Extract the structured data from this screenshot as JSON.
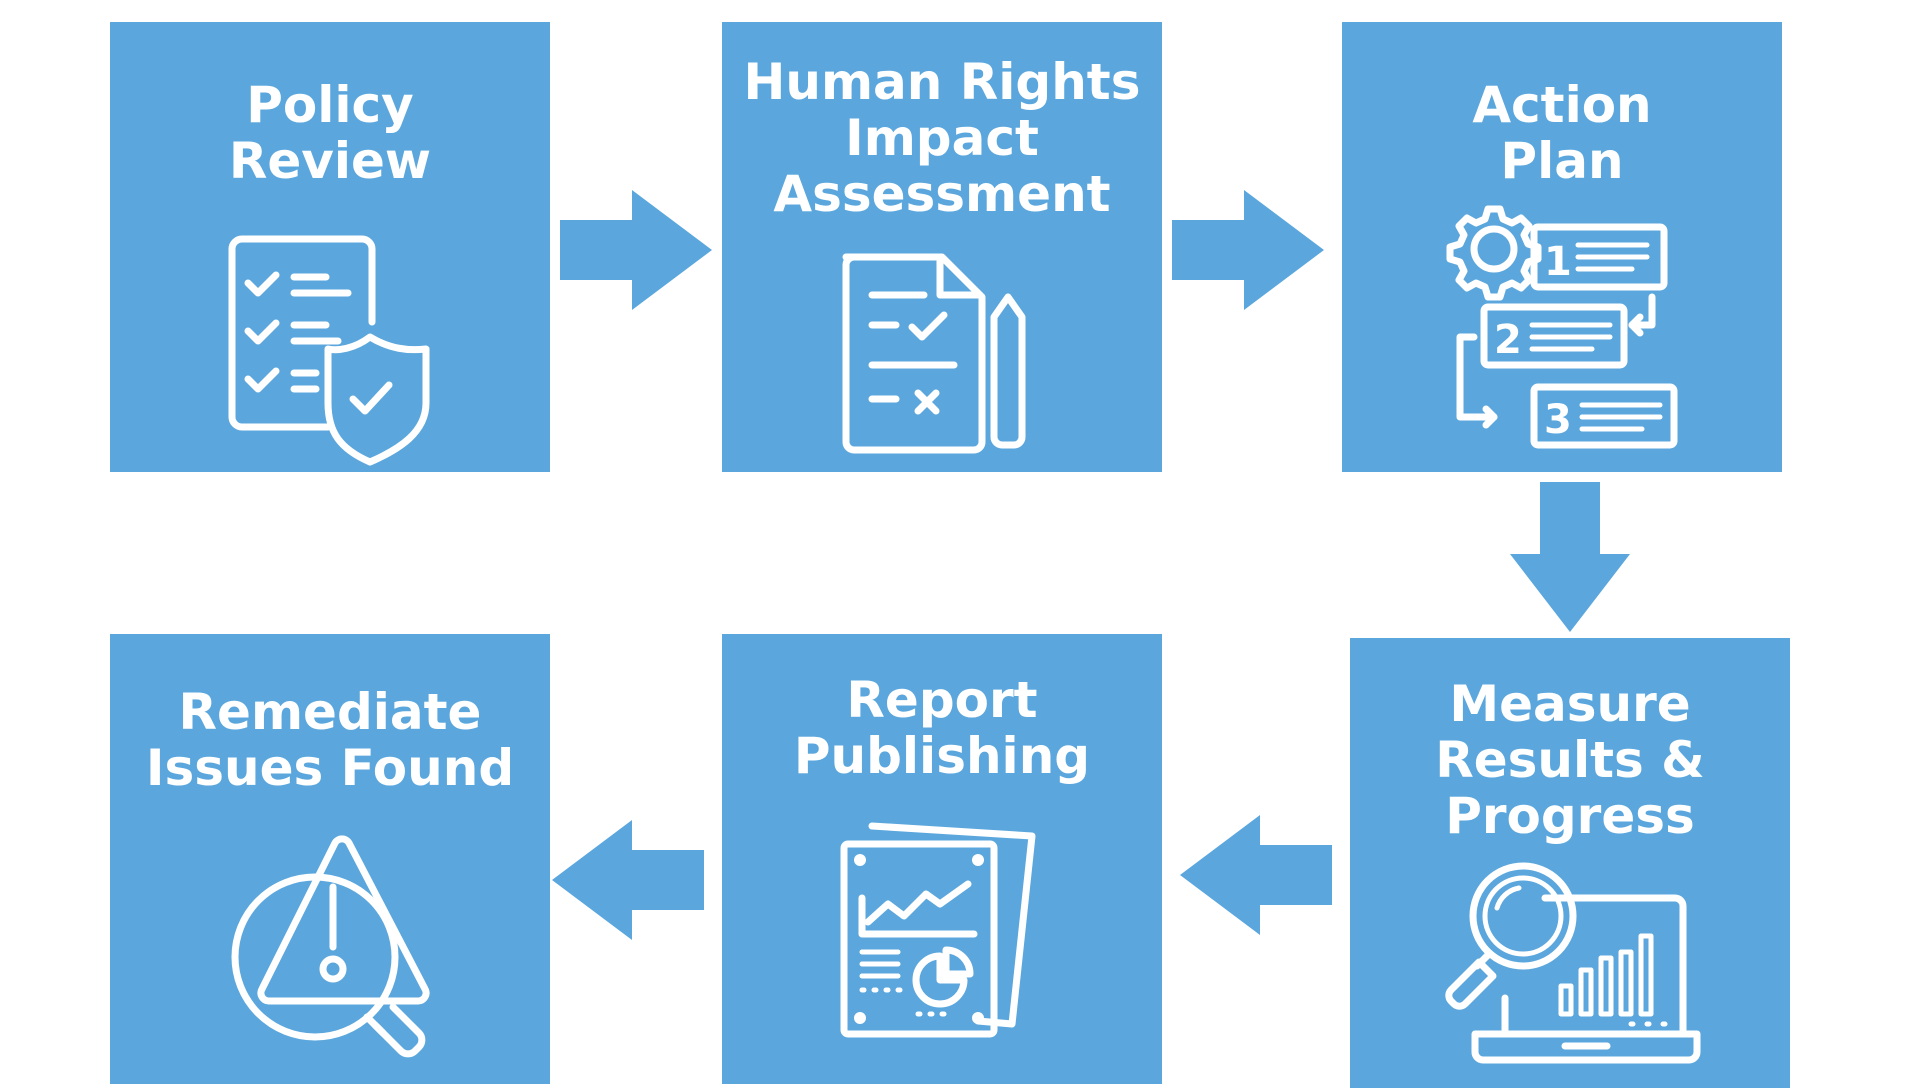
{
  "colors": {
    "box": "#5ba7dd",
    "arrow": "#5ba7dd",
    "text": "#ffffff",
    "background": "#ffffff"
  },
  "steps": [
    {
      "title": "Policy\nReview",
      "icon": "policy-checklist-shield-icon"
    },
    {
      "title": "Human Rights\nImpact\nAssessment",
      "icon": "assessment-document-pencil-icon"
    },
    {
      "title": "Action\nPlan",
      "icon": "numbered-plan-gear-icon"
    },
    {
      "title": "Measure\nResults &\nProgress",
      "icon": "laptop-analytics-magnifier-icon"
    },
    {
      "title": "Report\nPublishing",
      "icon": "report-documents-chart-icon"
    },
    {
      "title": "Remediate\nIssues Found",
      "icon": "warning-magnifier-icon"
    }
  ],
  "plan_numbers": [
    "1",
    "2",
    "3"
  ]
}
